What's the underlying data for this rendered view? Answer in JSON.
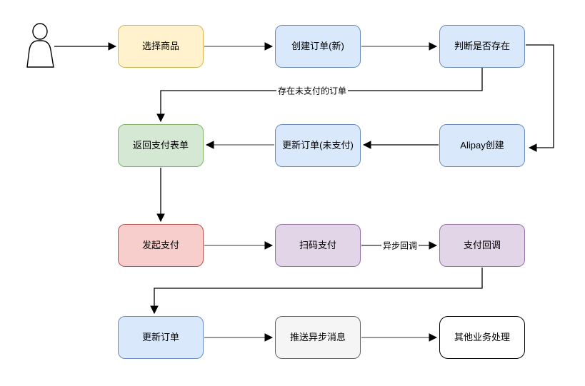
{
  "nodes": [
    {
      "id": "select-product",
      "label": "选择商品",
      "fill": "#FFF2CC",
      "stroke": "#D6B656"
    },
    {
      "id": "create-order-new",
      "label": "创建订单(新)",
      "fill": "#DAE8FC",
      "stroke": "#6C8EBF"
    },
    {
      "id": "check-order-exists",
      "label": "判断是否存在",
      "fill": "#DAE8FC",
      "stroke": "#6C8EBF"
    },
    {
      "id": "return-payment-form",
      "label": "返回支付表单",
      "fill": "#D5E8D4",
      "stroke": "#82B366"
    },
    {
      "id": "update-order-unpaid",
      "label": "更新订单(未支付)",
      "fill": "#DAE8FC",
      "stroke": "#6C8EBF"
    },
    {
      "id": "alipay-create",
      "label": "Alipay创建",
      "fill": "#DAE8FC",
      "stroke": "#6C8EBF"
    },
    {
      "id": "initiate-payment",
      "label": "发起支付",
      "fill": "#F8CECC",
      "stroke": "#B85450"
    },
    {
      "id": "scan-code-pay",
      "label": "扫码支付",
      "fill": "#E1D5E7",
      "stroke": "#9673A6"
    },
    {
      "id": "payment-callback",
      "label": "支付回调",
      "fill": "#E1D5E7",
      "stroke": "#9673A6"
    },
    {
      "id": "update-order",
      "label": "更新订单",
      "fill": "#DAE8FC",
      "stroke": "#6C8EBF"
    },
    {
      "id": "push-async-message",
      "label": "推送异步消息",
      "fill": "#F5F5F5",
      "stroke": "#666666"
    },
    {
      "id": "other-business",
      "label": "其他业务处理",
      "fill": "#FFFFFF",
      "stroke": "#000000"
    }
  ],
  "edge_labels": {
    "exists_unpaid_order": "存在未支付的订单",
    "async_callback": "异步回调"
  },
  "icons": {
    "actor": "person-icon"
  },
  "colors": {
    "edge_black": "#000000",
    "edge_gray": "#999999",
    "edge_dark_gray": "#666666",
    "arrowhead": "#000000",
    "background": "#FFFFFF"
  }
}
